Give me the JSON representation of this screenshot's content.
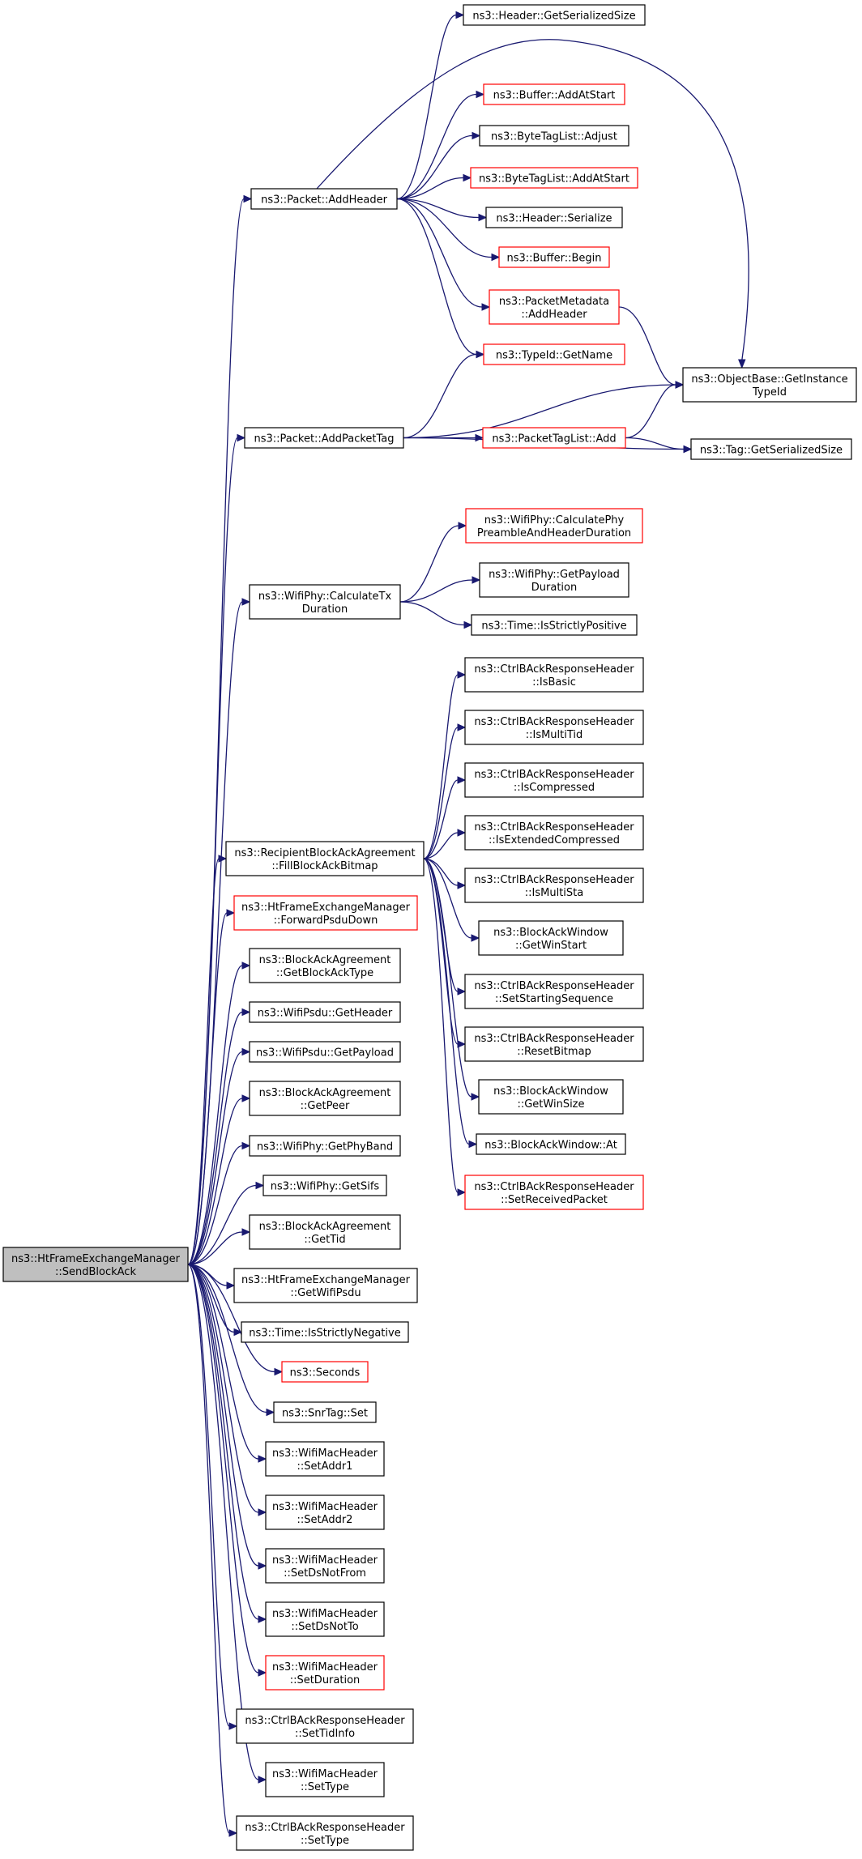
{
  "colors": {
    "edge": "#191970",
    "node_border_normal": "#000000",
    "node_border_truncated": "#ff0000",
    "root_fill": "#bfbfbf",
    "node_fill": "#ffffff"
  },
  "nodes": [
    {
      "id": "root",
      "lines": [
        "ns3::HtFrameExchangeManager",
        "::SendBlockAck"
      ],
      "style": "root"
    },
    {
      "id": "addHeader",
      "lines": [
        "ns3::Packet::AddHeader"
      ],
      "style": "normal"
    },
    {
      "id": "addPacketTag",
      "lines": [
        "ns3::Packet::AddPacketTag"
      ],
      "style": "normal"
    },
    {
      "id": "calcTx",
      "lines": [
        "ns3::WifiPhy::CalculateTx",
        "Duration"
      ],
      "style": "normal"
    },
    {
      "id": "fillBA",
      "lines": [
        "ns3::RecipientBlockAckAgreement",
        "::FillBlockAckBitmap"
      ],
      "style": "normal"
    },
    {
      "id": "fwdPsdu",
      "lines": [
        "ns3::HtFrameExchangeManager",
        "::ForwardPsduDown"
      ],
      "style": "red"
    },
    {
      "id": "getBAType",
      "lines": [
        "ns3::BlockAckAgreement",
        "::GetBlockAckType"
      ],
      "style": "normal"
    },
    {
      "id": "psduHdr",
      "lines": [
        "ns3::WifiPsdu::GetHeader"
      ],
      "style": "normal"
    },
    {
      "id": "psduPay",
      "lines": [
        "ns3::WifiPsdu::GetPayload"
      ],
      "style": "normal"
    },
    {
      "id": "getPeer",
      "lines": [
        "ns3::BlockAckAgreement",
        "::GetPeer"
      ],
      "style": "normal"
    },
    {
      "id": "phyBand",
      "lines": [
        "ns3::WifiPhy::GetPhyBand"
      ],
      "style": "normal"
    },
    {
      "id": "sifs",
      "lines": [
        "ns3::WifiPhy::GetSifs"
      ],
      "style": "normal"
    },
    {
      "id": "getTid",
      "lines": [
        "ns3::BlockAckAgreement",
        "::GetTid"
      ],
      "style": "normal"
    },
    {
      "id": "getWifiPsdu",
      "lines": [
        "ns3::HtFrameExchangeManager",
        "::GetWifiPsdu"
      ],
      "style": "normal"
    },
    {
      "id": "strictNeg",
      "lines": [
        "ns3::Time::IsStrictlyNegative"
      ],
      "style": "normal"
    },
    {
      "id": "seconds",
      "lines": [
        "ns3::Seconds"
      ],
      "style": "red"
    },
    {
      "id": "snrSet",
      "lines": [
        "ns3::SnrTag::Set"
      ],
      "style": "normal"
    },
    {
      "id": "addr1",
      "lines": [
        "ns3::WifiMacHeader",
        "::SetAddr1"
      ],
      "style": "normal"
    },
    {
      "id": "addr2",
      "lines": [
        "ns3::WifiMacHeader",
        "::SetAddr2"
      ],
      "style": "normal"
    },
    {
      "id": "dsNotFrom",
      "lines": [
        "ns3::WifiMacHeader",
        "::SetDsNotFrom"
      ],
      "style": "normal"
    },
    {
      "id": "dsNotTo",
      "lines": [
        "ns3::WifiMacHeader",
        "::SetDsNotTo"
      ],
      "style": "normal"
    },
    {
      "id": "setDur",
      "lines": [
        "ns3::WifiMacHeader",
        "::SetDuration"
      ],
      "style": "red"
    },
    {
      "id": "tidInfo",
      "lines": [
        "ns3::CtrlBAckResponseHeader",
        "::SetTidInfo"
      ],
      "style": "normal"
    },
    {
      "id": "macType",
      "lines": [
        "ns3::WifiMacHeader",
        "::SetType"
      ],
      "style": "normal"
    },
    {
      "id": "ctrlType",
      "lines": [
        "ns3::CtrlBAckResponseHeader",
        "::SetType"
      ],
      "style": "normal"
    },
    {
      "id": "hdrSize",
      "lines": [
        "ns3::Header::GetSerializedSize"
      ],
      "style": "normal"
    },
    {
      "id": "bufAdd",
      "lines": [
        "ns3::Buffer::AddAtStart"
      ],
      "style": "red"
    },
    {
      "id": "btlAdjust",
      "lines": [
        "ns3::ByteTagList::Adjust"
      ],
      "style": "normal"
    },
    {
      "id": "btlAdd",
      "lines": [
        "ns3::ByteTagList::AddAtStart"
      ],
      "style": "red"
    },
    {
      "id": "hdrSer",
      "lines": [
        "ns3::Header::Serialize"
      ],
      "style": "normal"
    },
    {
      "id": "bufBegin",
      "lines": [
        "ns3::Buffer::Begin"
      ],
      "style": "red"
    },
    {
      "id": "pmAdd",
      "lines": [
        "ns3::PacketMetadata",
        "::AddHeader"
      ],
      "style": "red"
    },
    {
      "id": "typeName",
      "lines": [
        "ns3::TypeId::GetName"
      ],
      "style": "red"
    },
    {
      "id": "instTid",
      "lines": [
        "ns3::ObjectBase::GetInstance",
        "TypeId"
      ],
      "style": "normal"
    },
    {
      "id": "ptlAdd",
      "lines": [
        "ns3::PacketTagList::Add"
      ],
      "style": "red"
    },
    {
      "id": "tagSize",
      "lines": [
        "ns3::Tag::GetSerializedSize"
      ],
      "style": "normal"
    },
    {
      "id": "preamble",
      "lines": [
        "ns3::WifiPhy::CalculatePhy",
        "PreambleAndHeaderDuration"
      ],
      "style": "red"
    },
    {
      "id": "payDur",
      "lines": [
        "ns3::WifiPhy::GetPayload",
        "Duration"
      ],
      "style": "normal"
    },
    {
      "id": "strictPos",
      "lines": [
        "ns3::Time::IsStrictlyPositive"
      ],
      "style": "normal"
    },
    {
      "id": "isBasic",
      "lines": [
        "ns3::CtrlBAckResponseHeader",
        "::IsBasic"
      ],
      "style": "normal"
    },
    {
      "id": "isMultiTid",
      "lines": [
        "ns3::CtrlBAckResponseHeader",
        "::IsMultiTid"
      ],
      "style": "normal"
    },
    {
      "id": "isComp",
      "lines": [
        "ns3::CtrlBAckResponseHeader",
        "::IsCompressed"
      ],
      "style": "normal"
    },
    {
      "id": "isExt",
      "lines": [
        "ns3::CtrlBAckResponseHeader",
        "::IsExtendedCompressed"
      ],
      "style": "normal"
    },
    {
      "id": "isMultiSta",
      "lines": [
        "ns3::CtrlBAckResponseHeader",
        "::IsMultiSta"
      ],
      "style": "normal"
    },
    {
      "id": "winStart",
      "lines": [
        "ns3::BlockAckWindow",
        "::GetWinStart"
      ],
      "style": "normal"
    },
    {
      "id": "startSeq",
      "lines": [
        "ns3::CtrlBAckResponseHeader",
        "::SetStartingSequence"
      ],
      "style": "normal"
    },
    {
      "id": "resetBmp",
      "lines": [
        "ns3::CtrlBAckResponseHeader",
        "::ResetBitmap"
      ],
      "style": "normal"
    },
    {
      "id": "winSize",
      "lines": [
        "ns3::BlockAckWindow",
        "::GetWinSize"
      ],
      "style": "normal"
    },
    {
      "id": "winAt",
      "lines": [
        "ns3::BlockAckWindow::At"
      ],
      "style": "normal"
    },
    {
      "id": "recvPkt",
      "lines": [
        "ns3::CtrlBAckResponseHeader",
        "::SetReceivedPacket"
      ],
      "style": "red"
    }
  ],
  "edges": [
    [
      "root",
      "addHeader"
    ],
    [
      "root",
      "addPacketTag"
    ],
    [
      "root",
      "calcTx"
    ],
    [
      "root",
      "fillBA"
    ],
    [
      "root",
      "fwdPsdu"
    ],
    [
      "root",
      "getBAType"
    ],
    [
      "root",
      "psduHdr"
    ],
    [
      "root",
      "psduPay"
    ],
    [
      "root",
      "getPeer"
    ],
    [
      "root",
      "phyBand"
    ],
    [
      "root",
      "sifs"
    ],
    [
      "root",
      "getTid"
    ],
    [
      "root",
      "getWifiPsdu"
    ],
    [
      "root",
      "strictNeg"
    ],
    [
      "root",
      "seconds"
    ],
    [
      "root",
      "snrSet"
    ],
    [
      "root",
      "addr1"
    ],
    [
      "root",
      "addr2"
    ],
    [
      "root",
      "dsNotFrom"
    ],
    [
      "root",
      "dsNotTo"
    ],
    [
      "root",
      "setDur"
    ],
    [
      "root",
      "tidInfo"
    ],
    [
      "root",
      "macType"
    ],
    [
      "root",
      "ctrlType"
    ],
    [
      "addHeader",
      "hdrSize"
    ],
    [
      "addHeader",
      "instTid"
    ],
    [
      "addHeader",
      "bufAdd"
    ],
    [
      "addHeader",
      "btlAdjust"
    ],
    [
      "addHeader",
      "btlAdd"
    ],
    [
      "addHeader",
      "hdrSer"
    ],
    [
      "addHeader",
      "bufBegin"
    ],
    [
      "addHeader",
      "pmAdd"
    ],
    [
      "addHeader",
      "typeName"
    ],
    [
      "pmAdd",
      "instTid"
    ],
    [
      "addPacketTag",
      "typeName"
    ],
    [
      "addPacketTag",
      "instTid"
    ],
    [
      "addPacketTag",
      "ptlAdd"
    ],
    [
      "addPacketTag",
      "tagSize"
    ],
    [
      "ptlAdd",
      "instTid"
    ],
    [
      "ptlAdd",
      "tagSize"
    ],
    [
      "calcTx",
      "preamble"
    ],
    [
      "calcTx",
      "payDur"
    ],
    [
      "calcTx",
      "strictPos"
    ],
    [
      "fillBA",
      "isBasic"
    ],
    [
      "fillBA",
      "isMultiTid"
    ],
    [
      "fillBA",
      "isComp"
    ],
    [
      "fillBA",
      "isExt"
    ],
    [
      "fillBA",
      "isMultiSta"
    ],
    [
      "fillBA",
      "winStart"
    ],
    [
      "fillBA",
      "startSeq"
    ],
    [
      "fillBA",
      "resetBmp"
    ],
    [
      "fillBA",
      "winSize"
    ],
    [
      "fillBA",
      "winAt"
    ],
    [
      "fillBA",
      "recvPkt"
    ]
  ]
}
